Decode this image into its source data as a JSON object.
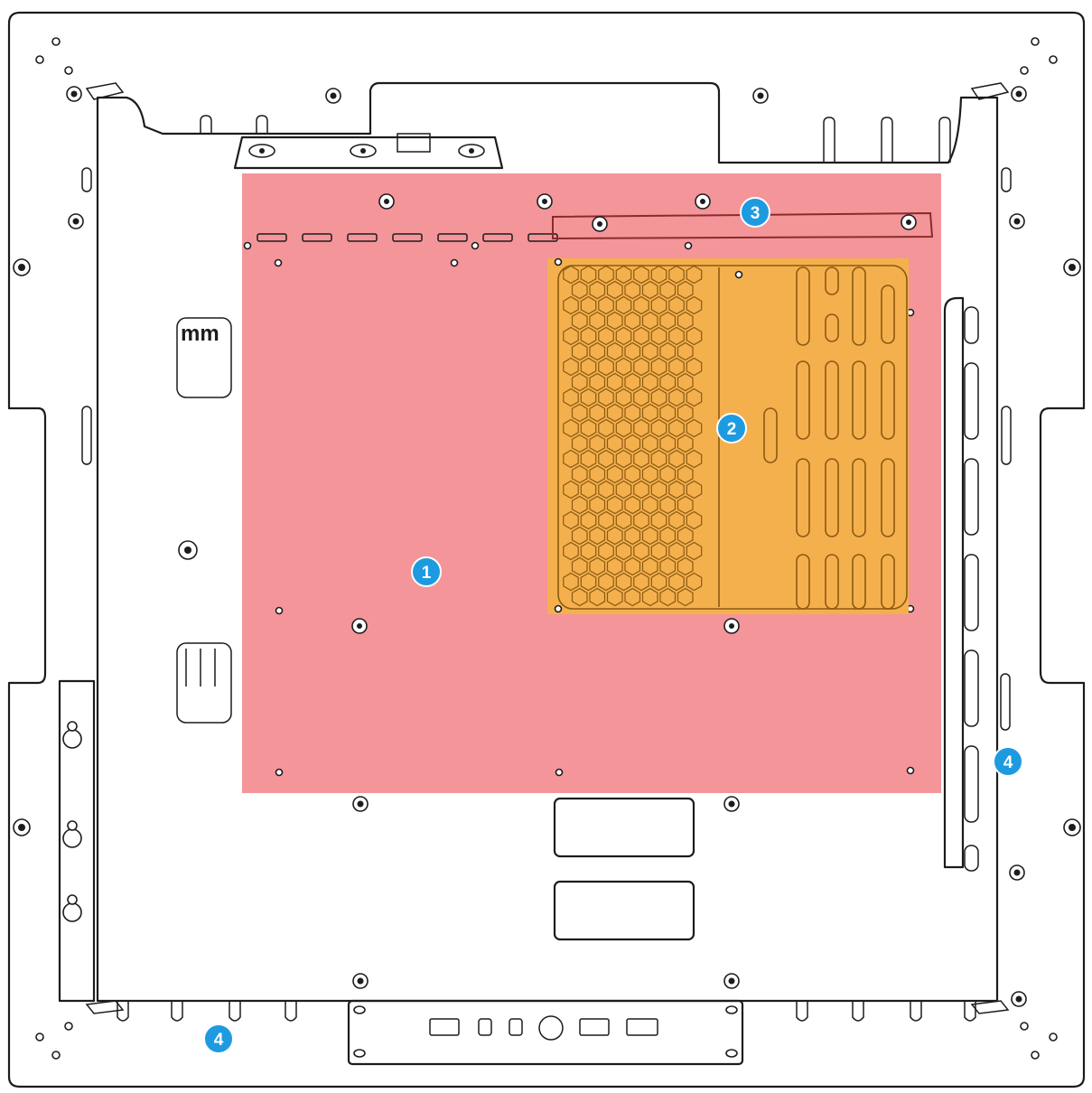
{
  "callouts": [
    {
      "label": "1",
      "part": "mainboard-area"
    },
    {
      "label": "2",
      "part": "heatsink-area"
    },
    {
      "label": "3",
      "part": "bracket-bar"
    },
    {
      "label": "4",
      "part": "side-io-edge"
    },
    {
      "label": "4",
      "part": "bottom-io-edge"
    }
  ],
  "marking_text": "mm",
  "colors": {
    "region_mainboard": "#f4959a",
    "region_heatsink": "#f5b04e",
    "callout_badge": "#1e9be0",
    "line": "#1c1c1c",
    "background": "#ffffff"
  }
}
